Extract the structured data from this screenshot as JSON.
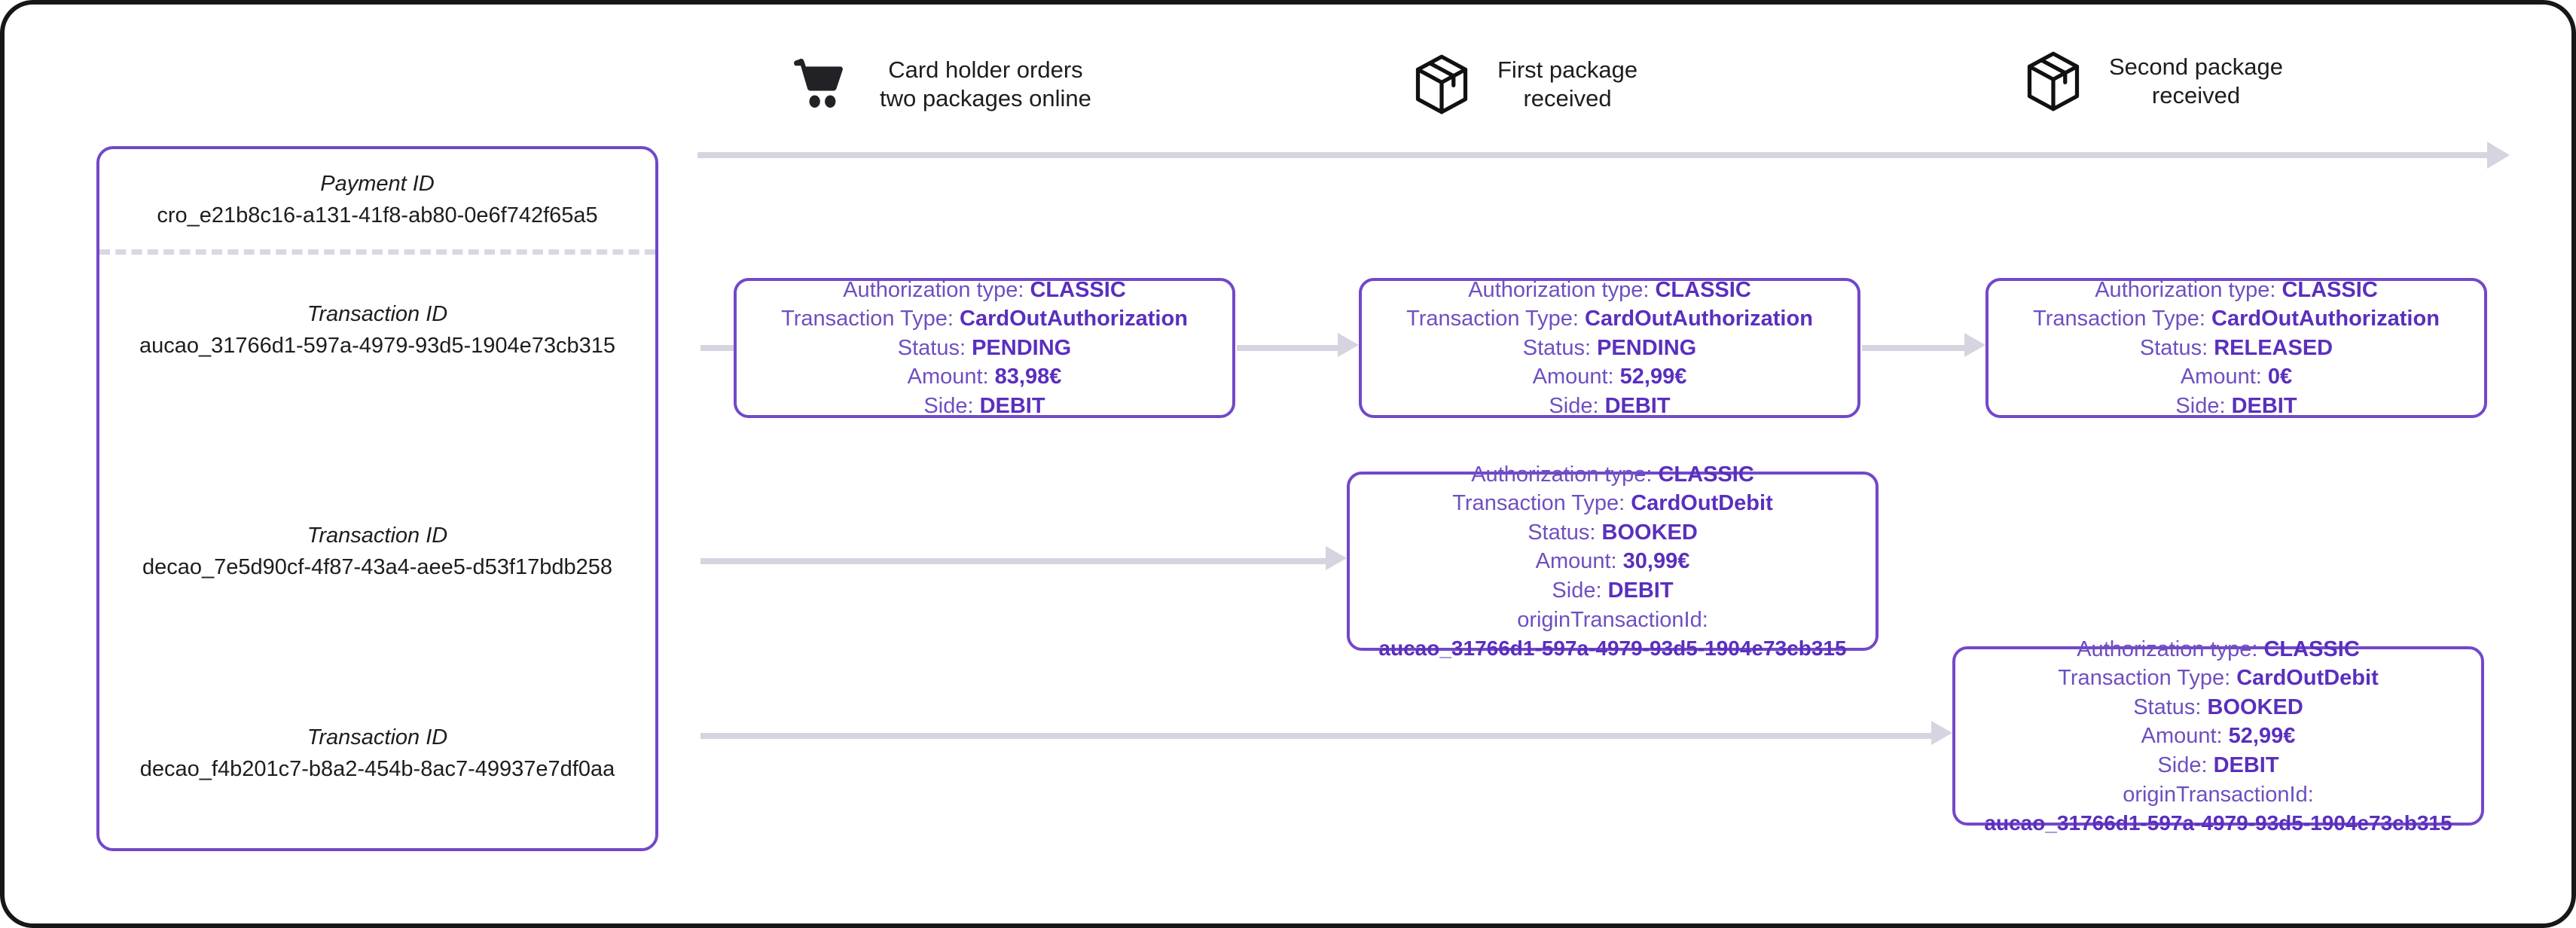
{
  "theme": {
    "accent_purple": "#7248c9",
    "text_purple": "#6f4fc0",
    "value_purple": "#5a2fbd",
    "connector_gray": "#d5d4e0",
    "frame_dark": "#17171a",
    "text_dark": "#1d1d1f"
  },
  "timeline": {
    "milestones": [
      {
        "icon": "shopping-cart-icon",
        "label": "Card holder orders\ntwo packages online"
      },
      {
        "icon": "package-box-icon",
        "label": "First package\nreceived"
      },
      {
        "icon": "package-box-icon",
        "label": "Second package\nreceived"
      }
    ]
  },
  "id_panel": {
    "blocks": [
      {
        "label": "Payment ID",
        "value": "cro_e21b8c16-a131-41f8-ab80-0e6f742f65a5"
      },
      {
        "label": "Transaction ID",
        "value": "aucao_31766d1-597a-4979-93d5-1904e73cb315"
      },
      {
        "label": "Transaction ID",
        "value": "decao_7e5d90cf-4f87-43a4-aee5-d53f17bdb258"
      },
      {
        "label": "Transaction ID",
        "value": "decao_f4b201c7-b8a2-454b-8ac7-49937e7df0aa"
      }
    ]
  },
  "cards": {
    "auth_1": {
      "authorization_type_label": "Authorization type: ",
      "authorization_type_value": "CLASSIC",
      "transaction_type_label": "Transaction Type: ",
      "transaction_type_value": "CardOutAuthorization",
      "status_label": "Status: ",
      "status_value": "PENDING",
      "amount_label": "Amount: ",
      "amount_value": "83,98€",
      "side_label": "Side: ",
      "side_value": "DEBIT"
    },
    "auth_2": {
      "authorization_type_label": "Authorization type: ",
      "authorization_type_value": "CLASSIC",
      "transaction_type_label": "Transaction Type: ",
      "transaction_type_value": "CardOutAuthorization",
      "status_label": "Status: ",
      "status_value": "PENDING",
      "amount_label": "Amount: ",
      "amount_value": "52,99€",
      "side_label": "Side: ",
      "side_value": "DEBIT"
    },
    "auth_3": {
      "authorization_type_label": "Authorization type: ",
      "authorization_type_value": "CLASSIC",
      "transaction_type_label": "Transaction Type: ",
      "transaction_type_value": "CardOutAuthorization",
      "status_label": "Status: ",
      "status_value": "RELEASED",
      "amount_label": "Amount: ",
      "amount_value": "0€",
      "side_label": "Side: ",
      "side_value": "DEBIT"
    },
    "debit_1": {
      "authorization_type_label": "Authorization type: ",
      "authorization_type_value": "CLASSIC",
      "transaction_type_label": "Transaction Type: ",
      "transaction_type_value": "CardOutDebit",
      "status_label": "Status: ",
      "status_value": "BOOKED",
      "amount_label": "Amount: ",
      "amount_value": "30,99€",
      "side_label": "Side: ",
      "side_value": "DEBIT",
      "origin_label": "originTransactionId:",
      "origin_value": "aucao_31766d1-597a-4979-93d5-1904e73cb315"
    },
    "debit_2": {
      "authorization_type_label": "Authorization type: ",
      "authorization_type_value": "CLASSIC",
      "transaction_type_label": "Transaction Type: ",
      "transaction_type_value": "CardOutDebit",
      "status_label": "Status: ",
      "status_value": "BOOKED",
      "amount_label": "Amount: ",
      "amount_value": "52,99€",
      "side_label": "Side: ",
      "side_value": "DEBIT",
      "origin_label": "originTransactionId:",
      "origin_value": "aucao_31766d1-597a-4979-93d5-1904e73cb315"
    }
  }
}
